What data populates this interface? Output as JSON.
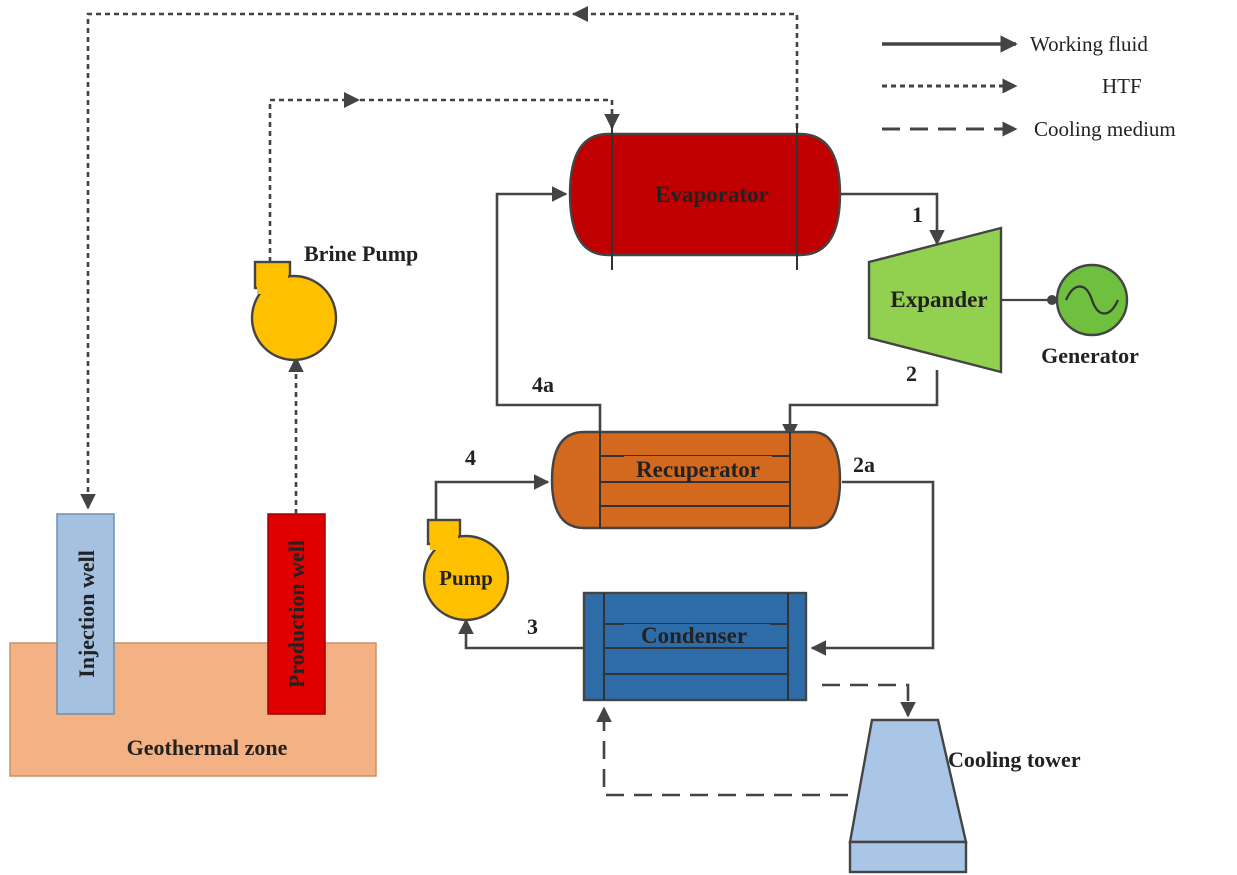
{
  "legend": {
    "working_fluid": "Working fluid",
    "htf": "HTF",
    "cooling_medium": "Cooling medium"
  },
  "components": {
    "evaporator": "Evaporator",
    "expander": "Expander",
    "generator": "Generator",
    "recuperator": "Recuperator",
    "condenser": "Condenser",
    "pump": "Pump",
    "brine_pump": "Brine Pump",
    "cooling_tower": "Cooling tower",
    "injection_well": "Injection well",
    "production_well": "Production well",
    "geothermal_zone": "Geothermal zone"
  },
  "states": {
    "s1": "1",
    "s2": "2",
    "s2a": "2a",
    "s3": "3",
    "s4": "4",
    "s4a": "4a"
  },
  "colors": {
    "evaporator": "#C00000",
    "expander": "#92D050",
    "generator": "#70C040",
    "recuperator": "#D2691E",
    "condenser": "#2E6CA8",
    "pump": "#FFC000",
    "injection_well": "#A4C2E0",
    "production_well": "#E00000",
    "geothermal_zone": "#F4B183",
    "cooling_tower": "#A9C6E6"
  }
}
